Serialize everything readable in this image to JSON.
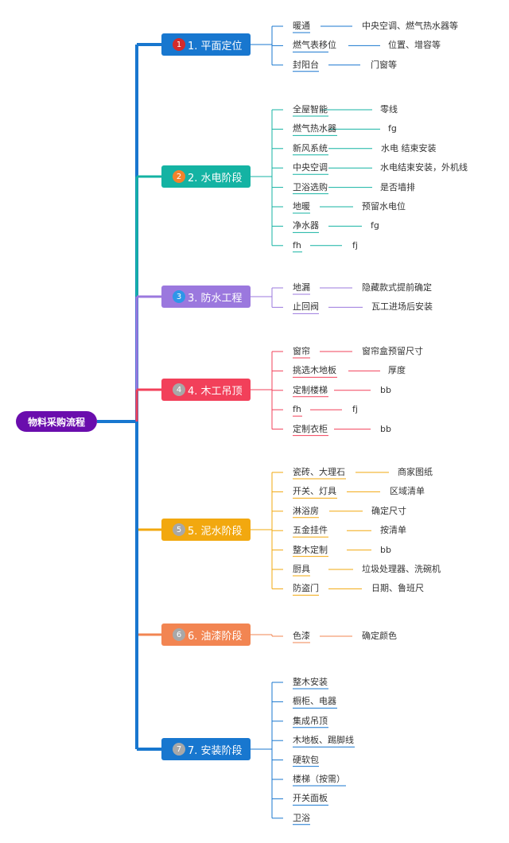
{
  "root": {
    "label": "物料采购流程",
    "color": "#6a0dad"
  },
  "branches": [
    {
      "label": "1. 平面定位",
      "badge": "1",
      "color": "#1877cf",
      "badge_color": "#d42b2b",
      "children": [
        {
          "label": "暖通",
          "note": "中央空调、燃气热水器等"
        },
        {
          "label": "燃气表移位",
          "note": "位置、增容等"
        },
        {
          "label": "封阳台",
          "note": "门窗等"
        }
      ]
    },
    {
      "label": "2. 水电阶段",
      "badge": "2",
      "color": "#14b3a3",
      "badge_color": "#f2822b",
      "children": [
        {
          "label": "全屋智能",
          "note": "零线"
        },
        {
          "label": "燃气热水器",
          "note": "fg"
        },
        {
          "label": "新风系统",
          "note": "水电 结束安装"
        },
        {
          "label": "中央空调",
          "note": "水电结束安装，外机线"
        },
        {
          "label": "卫浴选购",
          "note": "是否墙排"
        },
        {
          "label": "地暖",
          "note": "预留水电位"
        },
        {
          "label": "净水器",
          "note": "fg"
        },
        {
          "label": "fh",
          "note": "fj"
        }
      ]
    },
    {
      "label": "3. 防水工程",
      "badge": "3",
      "color": "#9b78de",
      "badge_color": "#2e96e8",
      "children": [
        {
          "label": "地漏",
          "note": "隐藏款式提前确定"
        },
        {
          "label": "止回阀",
          "note": "瓦工进场后安装"
        }
      ]
    },
    {
      "label": "4. 木工吊顶",
      "badge": "4",
      "color": "#f2405a",
      "badge_color": "#a8a8a8",
      "children": [
        {
          "label": "窗帘",
          "note": "窗帘盒预留尺寸"
        },
        {
          "label": "挑选木地板",
          "note": "厚度"
        },
        {
          "label": "定制楼梯",
          "note": "bb"
        },
        {
          "label": "fh",
          "note": "fj"
        },
        {
          "label": "定制衣柜",
          "note": "bb"
        }
      ]
    },
    {
      "label": "5. 泥水阶段",
      "badge": "5",
      "color": "#f2a80f",
      "badge_color": "#a8a8a8",
      "children": [
        {
          "label": "瓷砖、大理石",
          "note": "商家图纸"
        },
        {
          "label": "开关、灯具",
          "note": "区域清单"
        },
        {
          "label": "淋浴房",
          "note": "确定尺寸"
        },
        {
          "label": "五金挂件",
          "note": "按清单"
        },
        {
          "label": "整木定制",
          "note": "bb"
        },
        {
          "label": "厨具",
          "note": "垃圾处理器、洗碗机"
        },
        {
          "label": "防盗门",
          "note": "日期、鲁班尺"
        }
      ]
    },
    {
      "label": "6. 油漆阶段",
      "badge": "6",
      "color": "#f28552",
      "badge_color": "#a8a8a8",
      "children": [
        {
          "label": "色漆",
          "note": "确定颜色"
        }
      ]
    },
    {
      "label": "7. 安装阶段",
      "badge": "7",
      "color": "#1877cf",
      "badge_color": "#a8a8a8",
      "children": [
        {
          "label": "整木安装",
          "note": ""
        },
        {
          "label": "橱柜、电器",
          "note": ""
        },
        {
          "label": "集成吊顶",
          "note": ""
        },
        {
          "label": "木地板、踢脚线",
          "note": ""
        },
        {
          "label": "硬软包",
          "note": ""
        },
        {
          "label": "楼梯（按需）",
          "note": ""
        },
        {
          "label": "开关面板",
          "note": ""
        },
        {
          "label": "卫浴",
          "note": ""
        }
      ]
    }
  ]
}
